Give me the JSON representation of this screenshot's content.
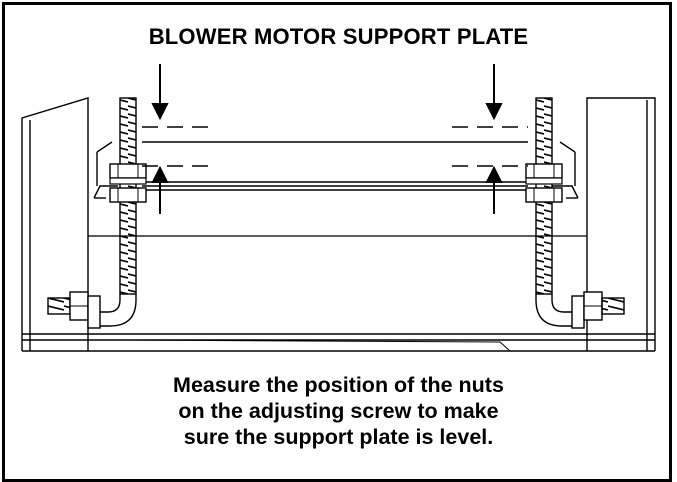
{
  "title": "BLOWER MOTOR SUPPORT PLATE",
  "caption": [
    "Measure the position of the nuts",
    "on the adjusting screw to make",
    "sure the support plate is level."
  ],
  "colors": {
    "line": "#000000",
    "background": "#ffffff"
  }
}
